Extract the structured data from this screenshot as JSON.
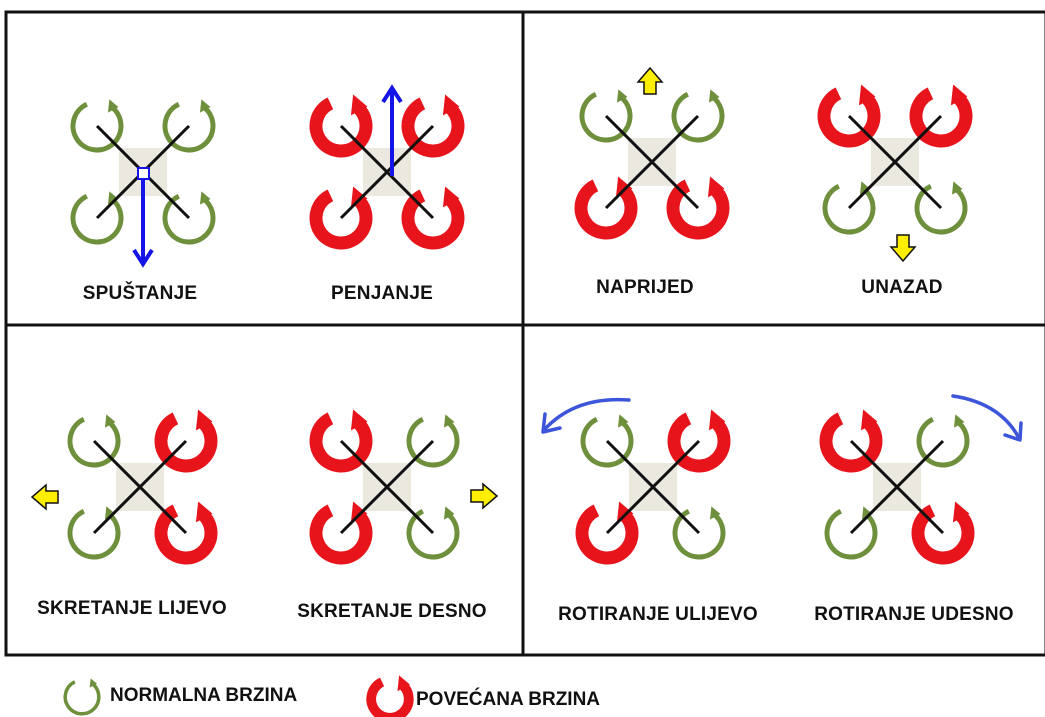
{
  "panels": [
    {
      "id": "vertical",
      "drones": [
        {
          "label": "SPUŠTANJE",
          "rotors": [
            "normal",
            "normal",
            "normal",
            "normal"
          ],
          "motion": "arrow-down-blue"
        },
        {
          "label": "PENJANJE",
          "rotors": [
            "increased",
            "increased",
            "increased",
            "increased"
          ],
          "motion": "arrow-up-blue"
        }
      ]
    },
    {
      "id": "pitch",
      "drones": [
        {
          "label": "NAPRIJED",
          "rotors": [
            "normal",
            "normal",
            "increased",
            "increased"
          ],
          "motion": "arrow-up-yellow"
        },
        {
          "label": "UNAZAD",
          "rotors": [
            "increased",
            "increased",
            "normal",
            "normal"
          ],
          "motion": "arrow-down-yellow"
        }
      ]
    },
    {
      "id": "roll",
      "drones": [
        {
          "label": "SKRETANJE LIJEVO",
          "rotors": [
            "normal",
            "increased",
            "normal",
            "increased"
          ],
          "motion": "arrow-left-yellow"
        },
        {
          "label": "SKRETANJE DESNO",
          "rotors": [
            "increased",
            "normal",
            "increased",
            "normal"
          ],
          "motion": "arrow-right-yellow"
        }
      ]
    },
    {
      "id": "yaw",
      "drones": [
        {
          "label": "ROTIRANJE ULIJEVO",
          "rotors": [
            "normal",
            "increased",
            "increased",
            "normal"
          ],
          "motion": "curved-arrow-left-blue"
        },
        {
          "label": "ROTIRANJE UDESNO",
          "rotors": [
            "increased",
            "normal",
            "normal",
            "increased"
          ],
          "motion": "curved-arrow-right-blue"
        }
      ]
    }
  ],
  "legend": {
    "normal": {
      "label": "NORMALNA BRZINA",
      "color": "#6e8f3b"
    },
    "increased": {
      "label": "POVEĆANA BRZINA",
      "color": "#e8141b"
    }
  },
  "colors": {
    "arm": "#111111",
    "body": "#ebe8e0",
    "blue_arrow": "#1414e6",
    "curved_arrow": "#3d55d9",
    "yellow_arrow": "#ffee00"
  }
}
